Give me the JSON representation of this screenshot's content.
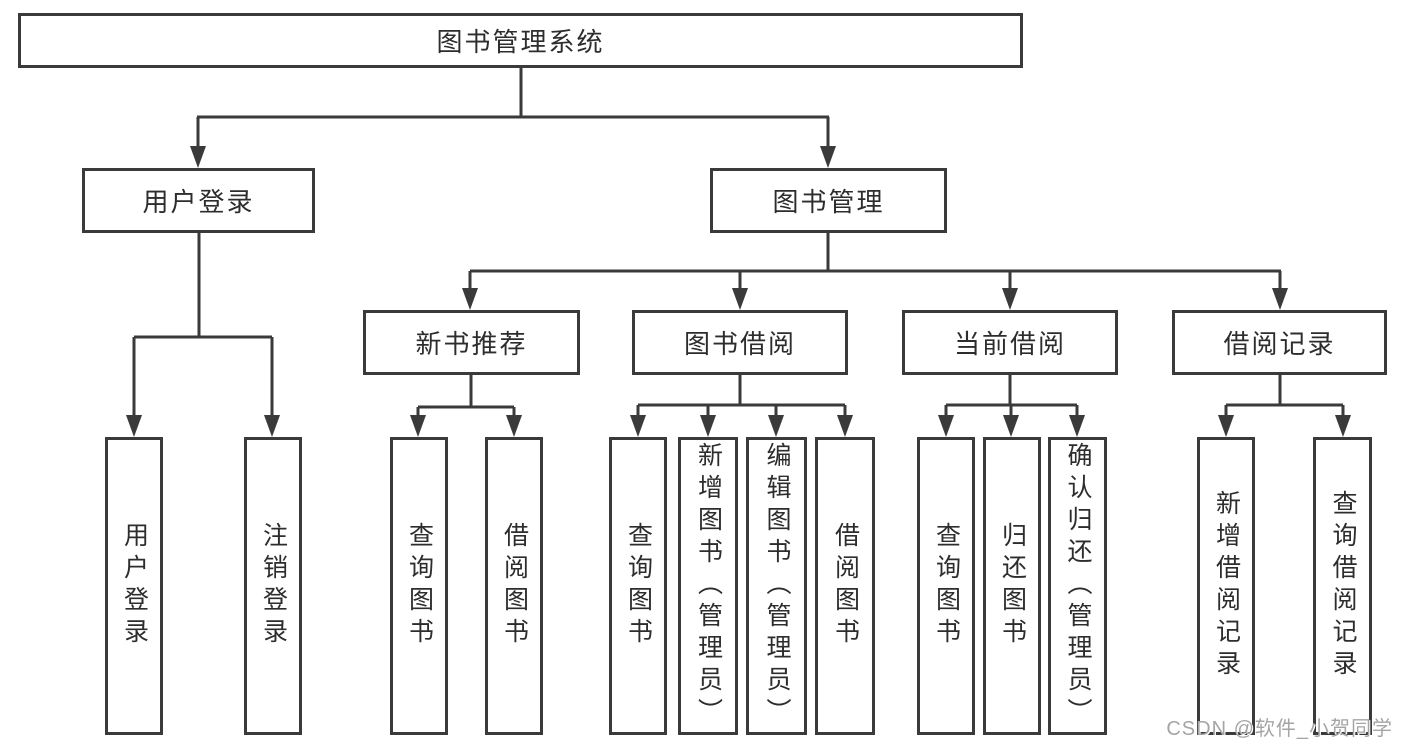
{
  "diagram_title": "图书管理系统",
  "tree": {
    "root": {
      "label": "图书管理系统"
    },
    "branches": [
      {
        "label": "用户登录",
        "children": [
          {
            "label": "用户登录"
          },
          {
            "label": "注销登录"
          }
        ]
      },
      {
        "label": "图书管理",
        "children": [
          {
            "label": "新书推荐",
            "children": [
              {
                "label": "查询图书"
              },
              {
                "label": "借阅图书"
              }
            ]
          },
          {
            "label": "图书借阅",
            "children": [
              {
                "label": "查询图书"
              },
              {
                "label": "新增图书（管理员）"
              },
              {
                "label": "编辑图书（管理员）"
              },
              {
                "label": "借阅图书"
              }
            ]
          },
          {
            "label": "当前借阅",
            "children": [
              {
                "label": "查询图书"
              },
              {
                "label": "归还图书"
              },
              {
                "label": "确认归还（管理员）"
              }
            ]
          },
          {
            "label": "借阅记录",
            "children": [
              {
                "label": "新增借阅记录"
              },
              {
                "label": "查询借阅记录"
              }
            ]
          }
        ]
      }
    ]
  },
  "watermark": {
    "text": "CSDN @软件_小贺同学"
  },
  "colors": {
    "line": "#3a3a3a",
    "text": "#2d2d2d",
    "background": "#ffffff",
    "watermark": "#a5a5a5"
  }
}
